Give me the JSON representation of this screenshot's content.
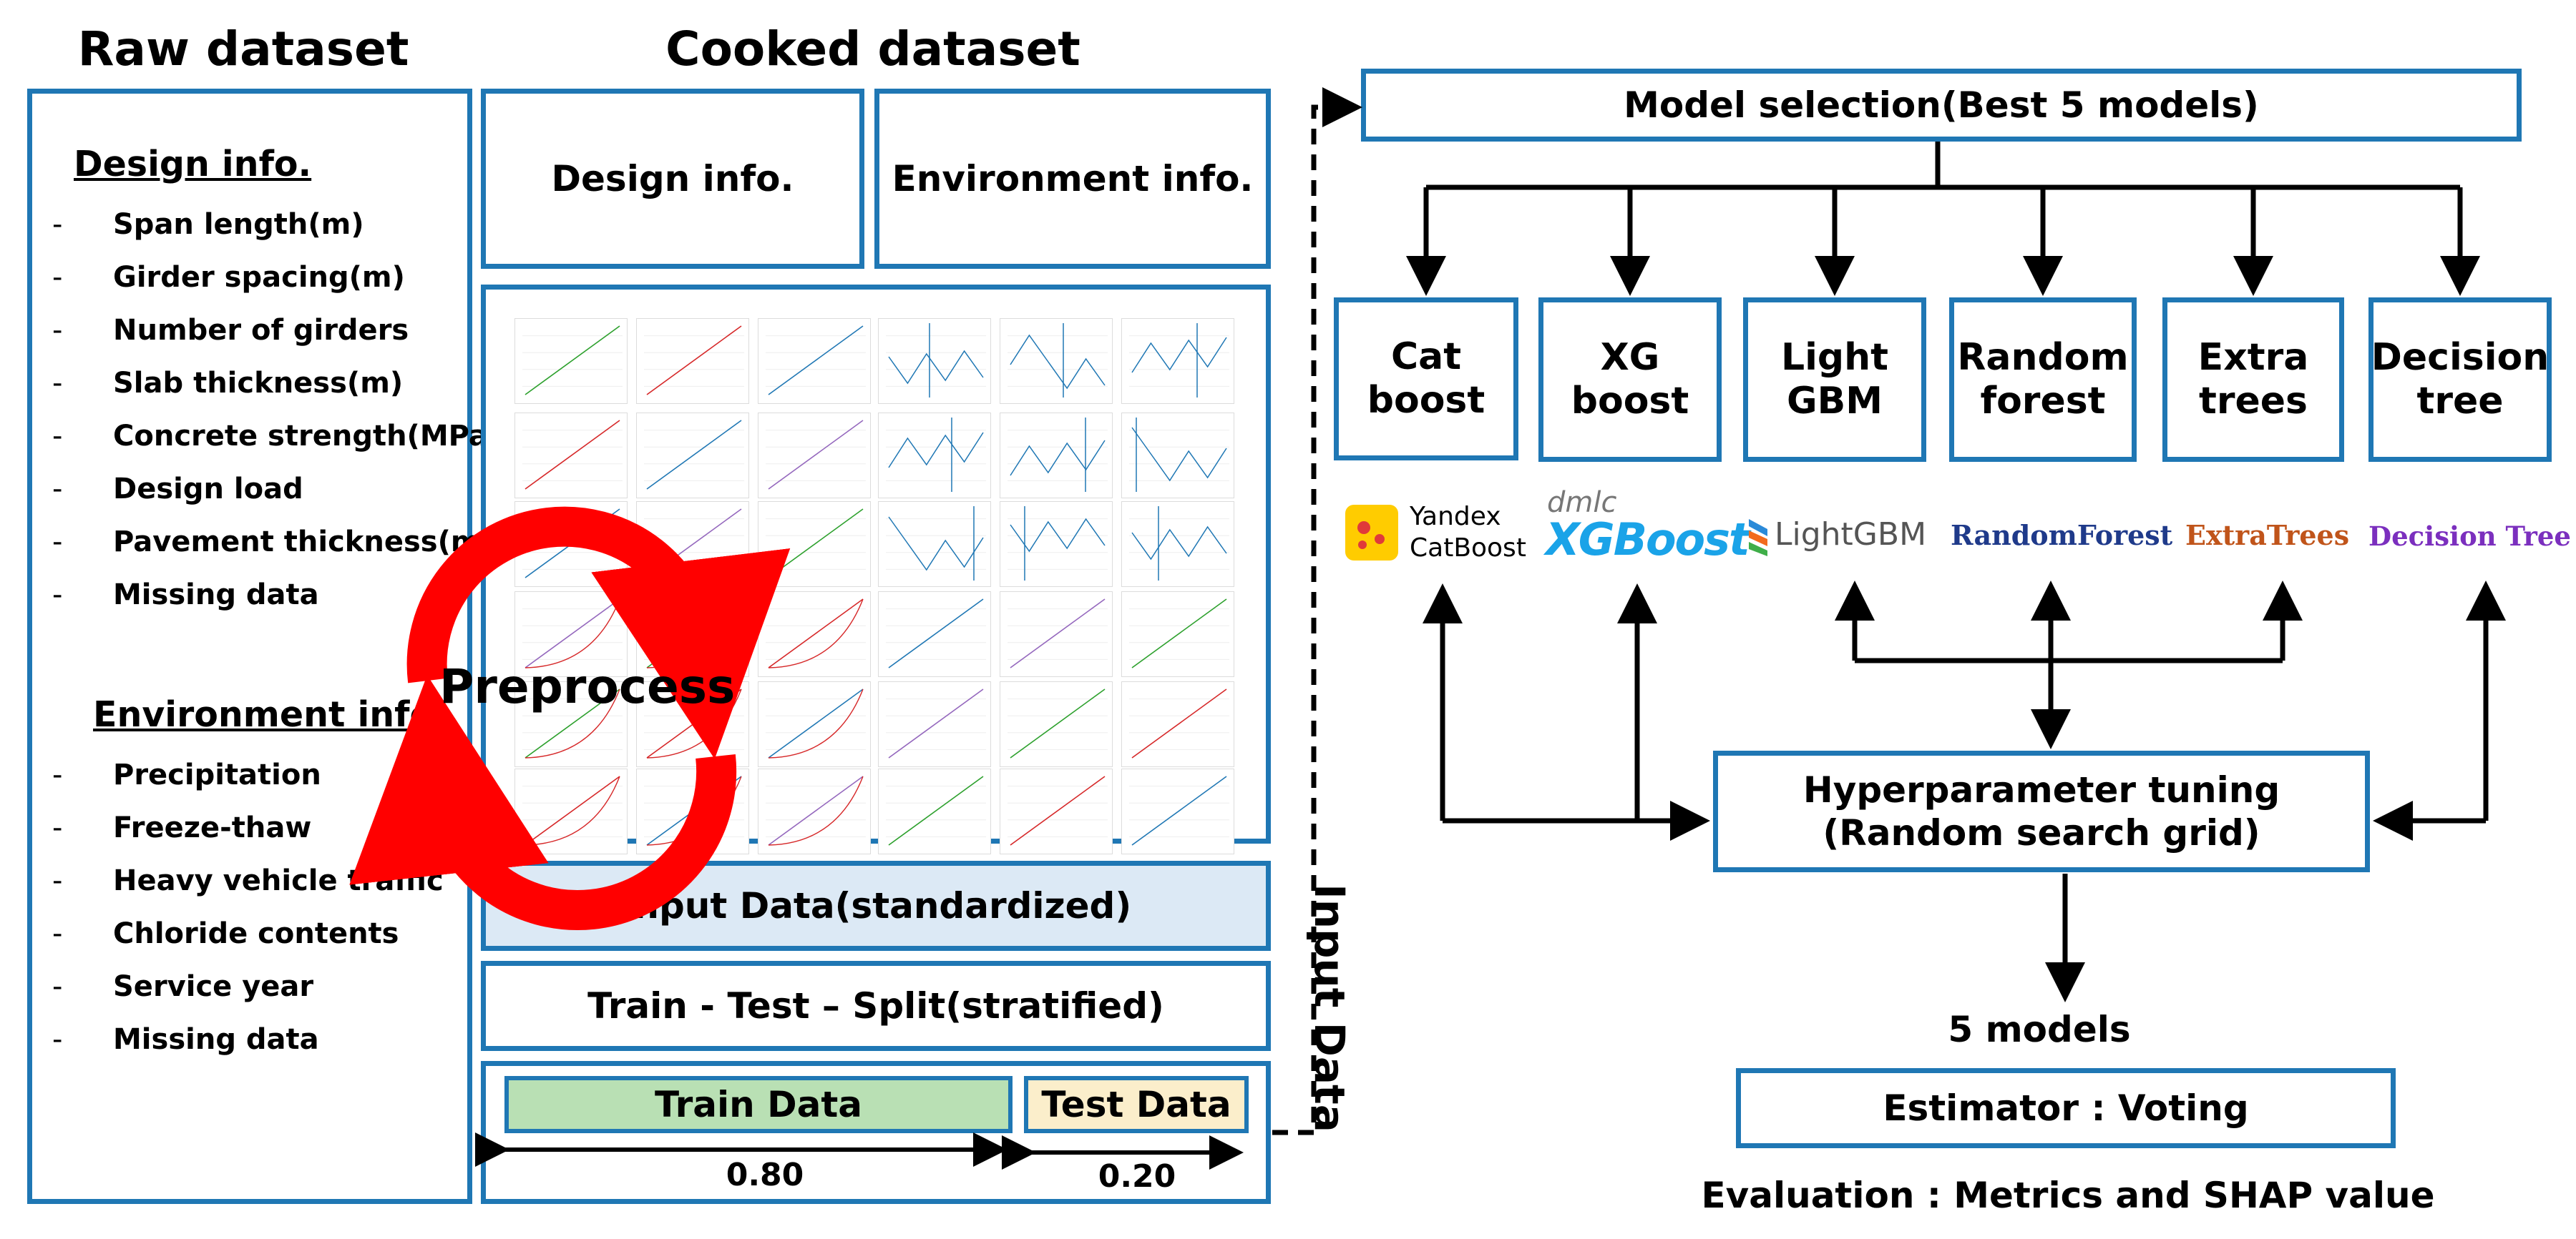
{
  "headers": {
    "raw": "Raw dataset",
    "cooked": "Cooked dataset"
  },
  "raw": {
    "design_title": "Design info.",
    "design_items": [
      "Span length(m)",
      "Girder spacing(m)",
      "Number of girders",
      "Slab thickness(m)",
      "Concrete strength(MPa)",
      "Design load",
      "Pavement thickness(m)",
      "Missing data"
    ],
    "env_title": "Environment info.",
    "env_items": [
      "Precipitation",
      "Freeze-thaw",
      "Heavy vehicle traffic",
      "Chloride contents",
      "Service year",
      "Missing data"
    ],
    "dash": "-"
  },
  "cooked": {
    "design": "Design info.",
    "environment": "Environment info.",
    "preprocess": "Preprocess",
    "input": "Input Data(standardized)",
    "split": "Train - Test – Split(stratified)",
    "train": "Train Data",
    "test": "Test Data",
    "train_ratio": "0.80",
    "test_ratio": "0.20"
  },
  "vertical_label": "Input Data",
  "pipeline": {
    "model_selection": "Model selection(Best 5 models)",
    "models": [
      {
        "line1": "Cat",
        "line2": "boost"
      },
      {
        "line1": "XG",
        "line2": "boost"
      },
      {
        "line1": "Light",
        "line2": "GBM"
      },
      {
        "line1": "Random",
        "line2": "forest"
      },
      {
        "line1": "Extra",
        "line2": "trees"
      },
      {
        "line1": "Decision",
        "line2": "tree"
      }
    ],
    "logos": {
      "catboost_a": "Yandex",
      "catboost_b": "CatBoost",
      "xgb_small": "dmlc",
      "xgb_big": "XGBoost",
      "lightgbm": "LightGBM",
      "randomforest": "RandomForest",
      "extratrees": "ExtraTrees",
      "decisiontree": "Decision Tree"
    },
    "tuning_line1": "Hyperparameter tuning",
    "tuning_line2": "(Random search grid)",
    "five_models": "5 models",
    "estimator": "Estimator : Voting",
    "evaluation": "Evaluation : Metrics and SHAP value"
  },
  "colors": {
    "box_border": "#1f77b4",
    "input_fill": "#dce9f5",
    "train_fill": "#b9e0b4",
    "test_fill": "#fbeecb",
    "preprocess_arrow": "#ff0000",
    "xgboost": "#1aa3e8",
    "randomforest": "#1f3a8a",
    "extratrees": "#c0541a",
    "decisiontree": "#7b2fbe",
    "catboost_logo": "#ffcc00",
    "lightgbm_a": "#2b8ad8",
    "lightgbm_b": "#f26b1d",
    "lightgbm_c": "#3fae49"
  }
}
